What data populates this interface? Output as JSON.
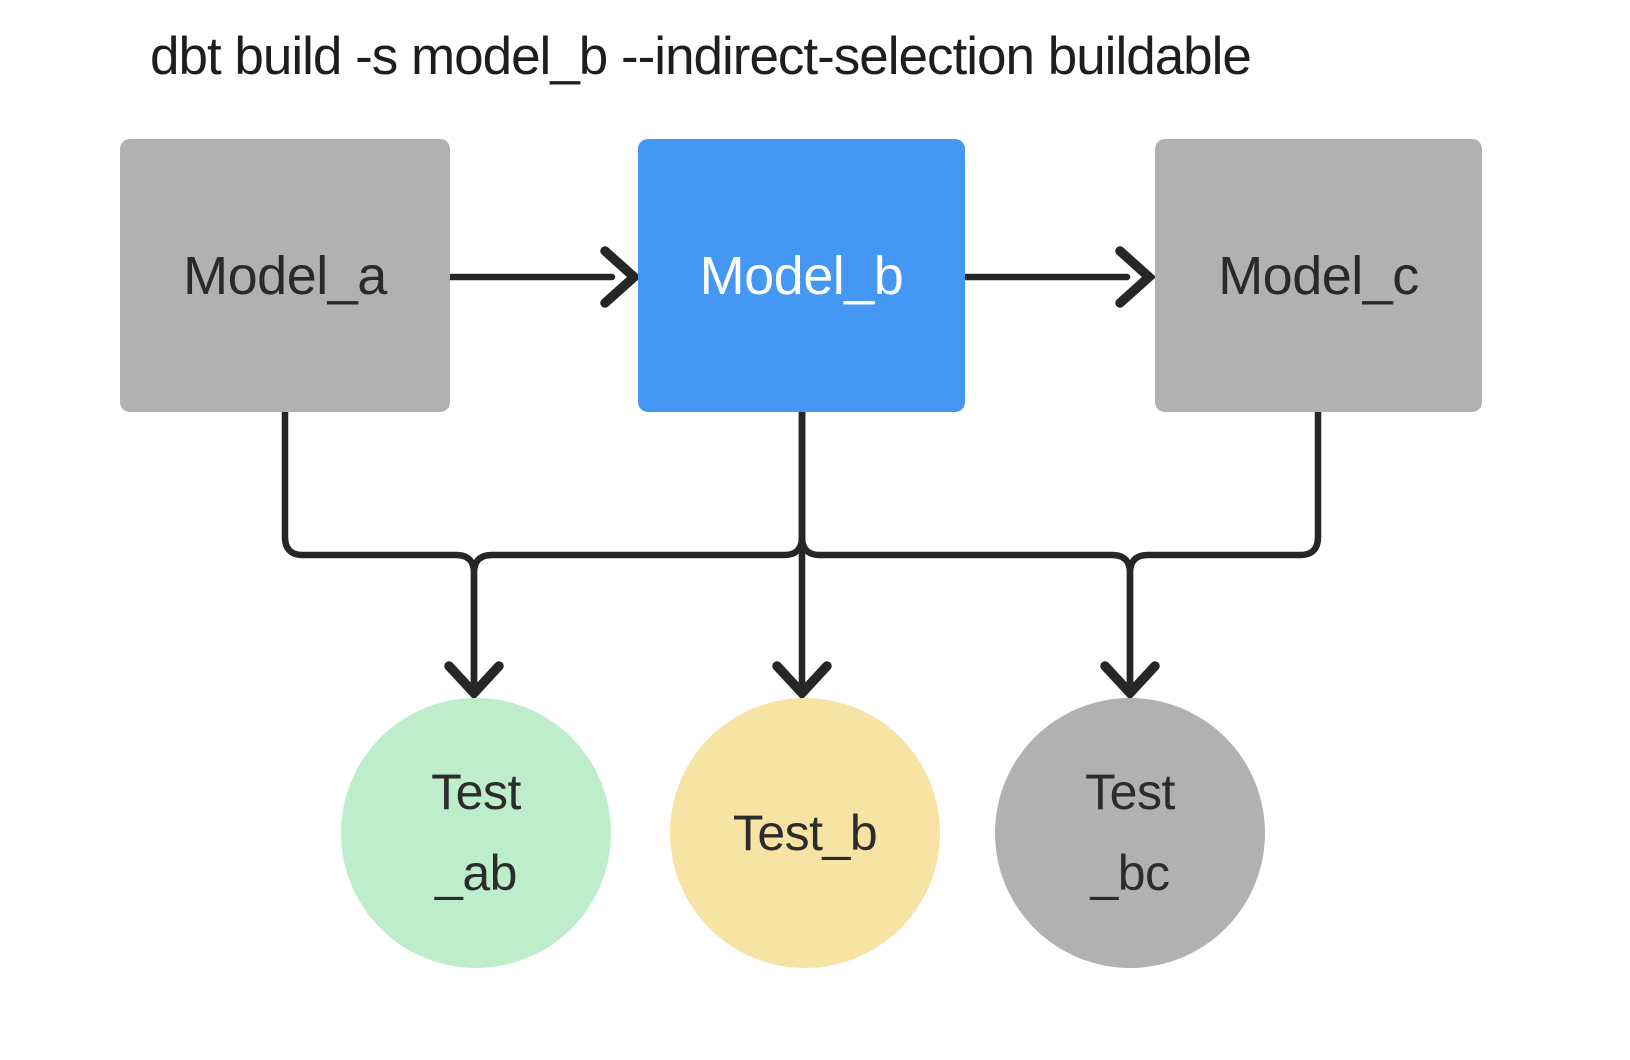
{
  "title": "dbt build -s model_b --indirect-selection buildable",
  "diagram": {
    "models": [
      {
        "id": "model_a",
        "label": "Model_a",
        "fill": "#b1b1b1",
        "text_color": "#2a2a2a",
        "selected": false
      },
      {
        "id": "model_b",
        "label": "Model_b",
        "fill": "#4597f4",
        "text_color": "#ffffff",
        "selected": true
      },
      {
        "id": "model_c",
        "label": "Model_c",
        "fill": "#b1b1b1",
        "text_color": "#2a2a2a",
        "selected": false
      }
    ],
    "tests": [
      {
        "id": "test_ab",
        "line1": "Test",
        "line2": "_ab",
        "fill": "#bdedca"
      },
      {
        "id": "test_b",
        "line1": "Test_b",
        "line2": "",
        "fill": "#f7e4a4"
      },
      {
        "id": "test_bc",
        "line1": "Test",
        "line2": "_bc",
        "fill": "#b1b1b1"
      }
    ],
    "edges": [
      {
        "from": "model_a",
        "to": "model_b"
      },
      {
        "from": "model_b",
        "to": "model_c"
      },
      {
        "from": "model_a",
        "to": "test_ab"
      },
      {
        "from": "model_b",
        "to": "test_ab"
      },
      {
        "from": "model_b",
        "to": "test_b"
      },
      {
        "from": "model_b",
        "to": "test_bc"
      },
      {
        "from": "model_c",
        "to": "test_bc"
      }
    ],
    "colors": {
      "background": "#ffffff",
      "node_gray": "#b1b1b1",
      "node_blue": "#4597f4",
      "test_green": "#bdedca",
      "test_yellow": "#f7e4a4",
      "edge_stroke": "#262626",
      "title_text": "#1e1e1e"
    }
  }
}
